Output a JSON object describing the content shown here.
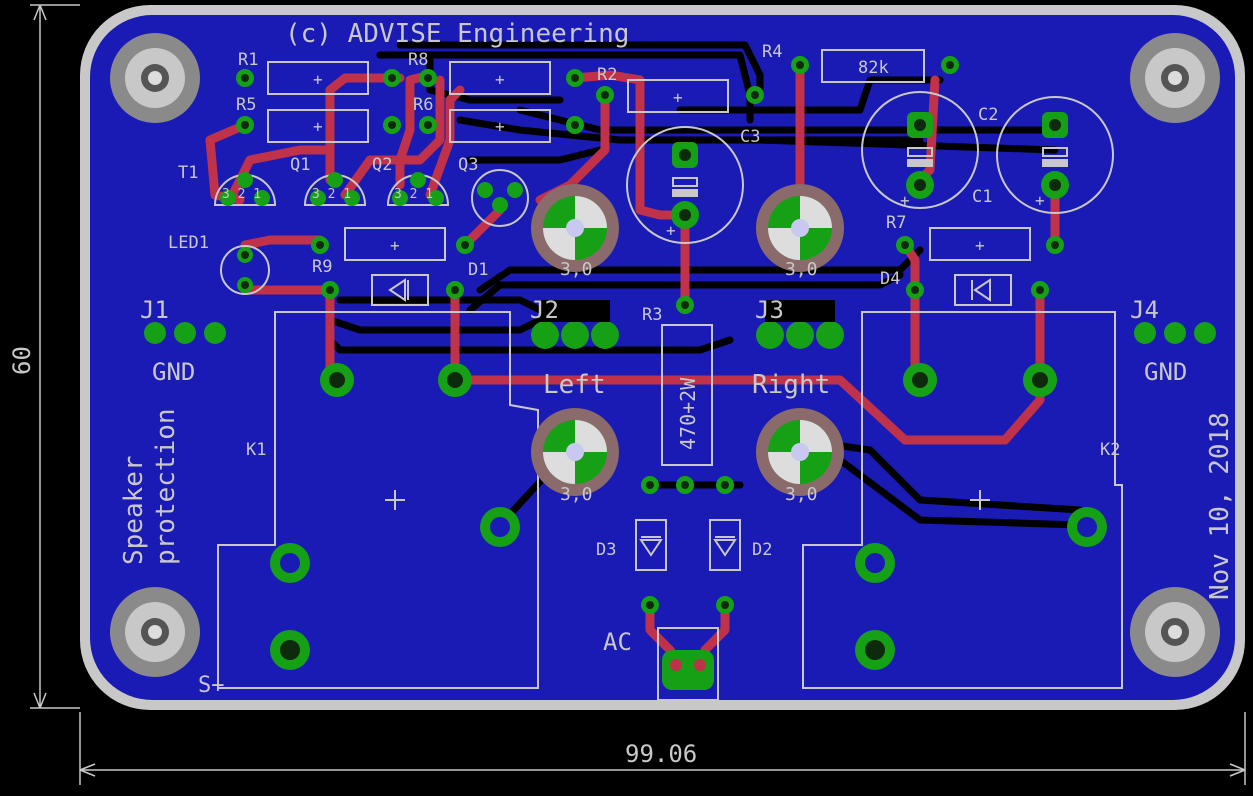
{
  "board": {
    "copyright": "(c) ADVISE Engineering",
    "title_line1": "Speaker",
    "title_line2": "protection",
    "date": "Nov 10, 2018",
    "width_dimension": "99.06",
    "height_dimension": "60"
  },
  "labels": {
    "r1": "R1",
    "r2": "R2",
    "r3": "R3",
    "r4": "R4",
    "r5": "R5",
    "r6": "R6",
    "r7": "R7",
    "r8": "R8",
    "r9": "R9",
    "r4_value": "82k",
    "r3_value": "470+2W",
    "t1": "T1",
    "q1": "Q1",
    "q2": "Q2",
    "q3": "Q3",
    "led1": "LED1",
    "d1": "D1",
    "d2": "D2",
    "d3": "D3",
    "d4": "D4",
    "c1": "C1",
    "c2": "C2",
    "c3": "C3",
    "j1": "J1",
    "j2": "J2",
    "j3": "J3",
    "j4": "J4",
    "gnd_left": "GND",
    "gnd_right": "GND",
    "left": "Left",
    "right": "Right",
    "k1": "K1",
    "k2": "K2",
    "ac": "AC",
    "s_plus": "S+",
    "pin_321": "3 2 1",
    "mount_30": "3,0",
    "plus": "+"
  },
  "colors": {
    "background": "#000000",
    "board": "#1a1ab4",
    "top_copper": "#c0314a",
    "bottom_copper": "#000000",
    "pads": "#16a016",
    "silkscreen": "#c8c8c8"
  }
}
